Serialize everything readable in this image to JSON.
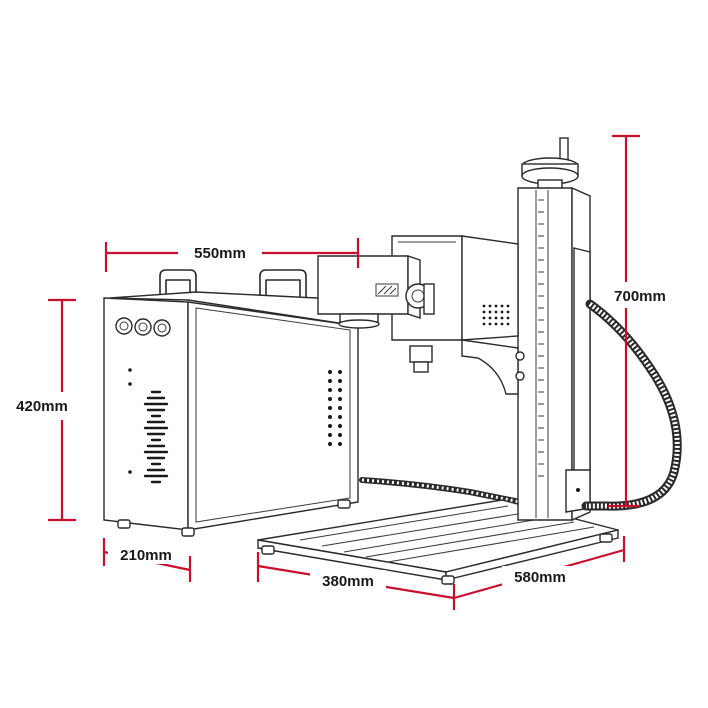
{
  "dimensions": {
    "width_550": "550mm",
    "height_420": "420mm",
    "depth_210": "210mm",
    "base_380": "380mm",
    "base_580": "580mm",
    "height_700": "700mm"
  },
  "colors": {
    "dimension_line": "#c8102e",
    "ink": "#2a2a2a",
    "background": "#ffffff"
  }
}
